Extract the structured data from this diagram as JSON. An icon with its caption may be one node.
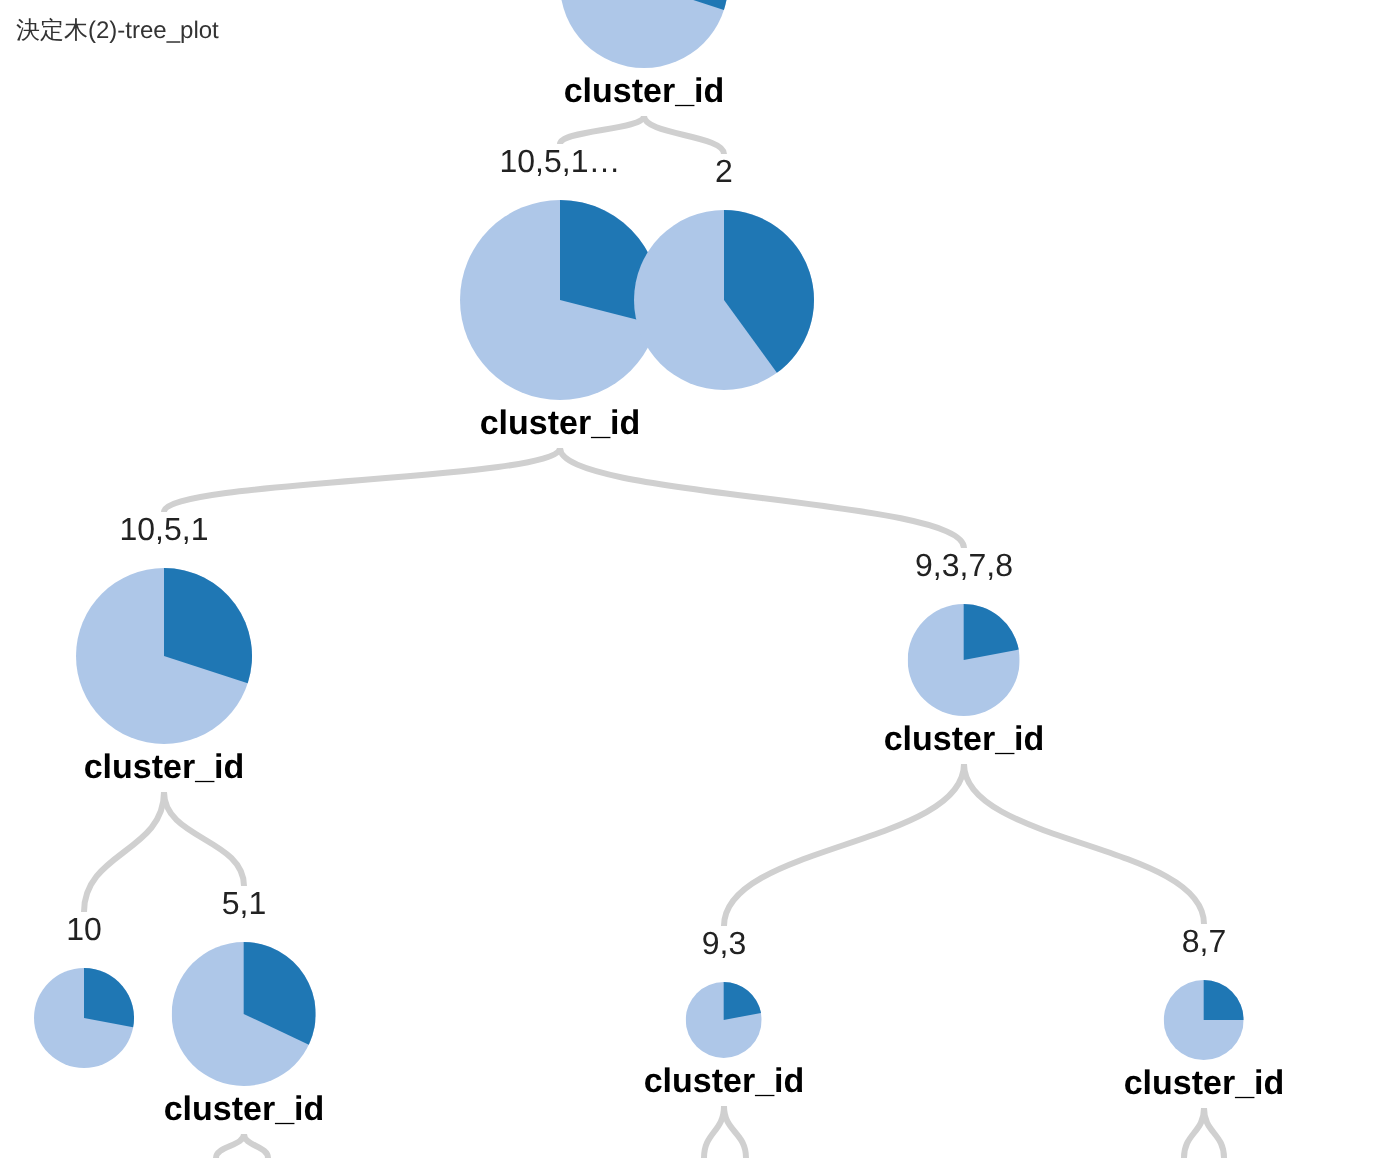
{
  "diagram": {
    "title": "決定木(2)-tree_plot",
    "nodes": [
      {
        "text": [
          "cluster_id"
        ]
      },
      {
        "text": [
          "10,5,1…",
          "cluster_id"
        ]
      },
      {
        "text": [
          "2"
        ]
      },
      {
        "text": [
          "10,5,1",
          "cluster_id"
        ]
      },
      {
        "text": [
          "9,3,7,8",
          "cluster_id"
        ]
      },
      {
        "text": [
          "10"
        ]
      },
      {
        "text": [
          "5,1",
          "cluster_id"
        ]
      },
      {
        "text": [
          "9,3",
          "cluster_id"
        ]
      },
      {
        "text": [
          "8,7",
          "cluster_id"
        ]
      }
    ],
    "edges": [
      {
        "from": 0,
        "to": 1,
        "arrow": "none"
      },
      {
        "from": 0,
        "to": 2,
        "arrow": "none"
      },
      {
        "from": 1,
        "to": 3,
        "arrow": "none"
      },
      {
        "from": 1,
        "to": 4,
        "arrow": "none"
      },
      {
        "from": 3,
        "to": 5,
        "arrow": "none"
      },
      {
        "from": 3,
        "to": 6,
        "arrow": "none"
      },
      {
        "from": 4,
        "to": 7,
        "arrow": "none"
      },
      {
        "from": 4,
        "to": 8,
        "arrow": "none"
      },
      {
        "from": 6,
        "to": null,
        "arrow": "none"
      },
      {
        "from": 6,
        "to": null,
        "arrow": "none"
      },
      {
        "from": 7,
        "to": null,
        "arrow": "none"
      },
      {
        "from": 7,
        "to": null,
        "arrow": "none"
      },
      {
        "from": 8,
        "to": null,
        "arrow": "none"
      },
      {
        "from": 8,
        "to": null,
        "arrow": "none"
      }
    ]
  }
}
